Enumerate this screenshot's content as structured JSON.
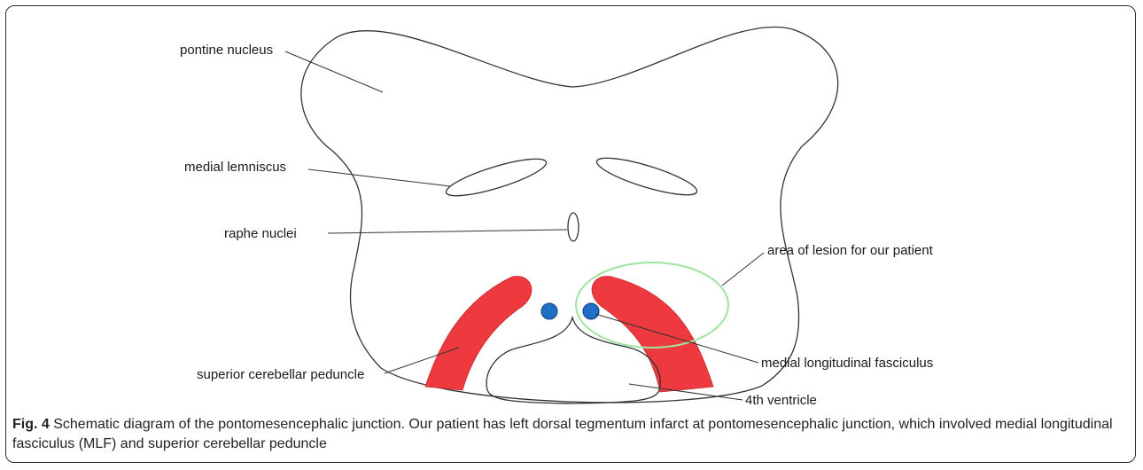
{
  "diagram": {
    "labels": {
      "pontine_nucleus": "pontine nucleus",
      "medial_lemniscus": "medial lemniscus",
      "raphe_nuclei": "raphe nuclei",
      "area_of_lesion": "area of lesion for our patient",
      "superior_cerebellar_peduncle": "superior cerebellar peduncle",
      "medial_longitudinal_fasciculus": "medial longitudinal fasciculus",
      "fourth_ventricle": "4th ventricle"
    },
    "colors": {
      "peduncle": "#ee3a3e",
      "mlf": "#1f6fc6",
      "lesion_outline": "#9fe3a2",
      "outline": "#333333"
    }
  },
  "caption": {
    "figure_number": "Fig. 4",
    "text": "Schematic diagram of the pontomesencephalic junction. Our patient has left dorsal tegmentum infarct at pontomesencephalic junction, which involved medial longitudinal fasciculus (MLF) and superior cerebellar peduncle"
  }
}
